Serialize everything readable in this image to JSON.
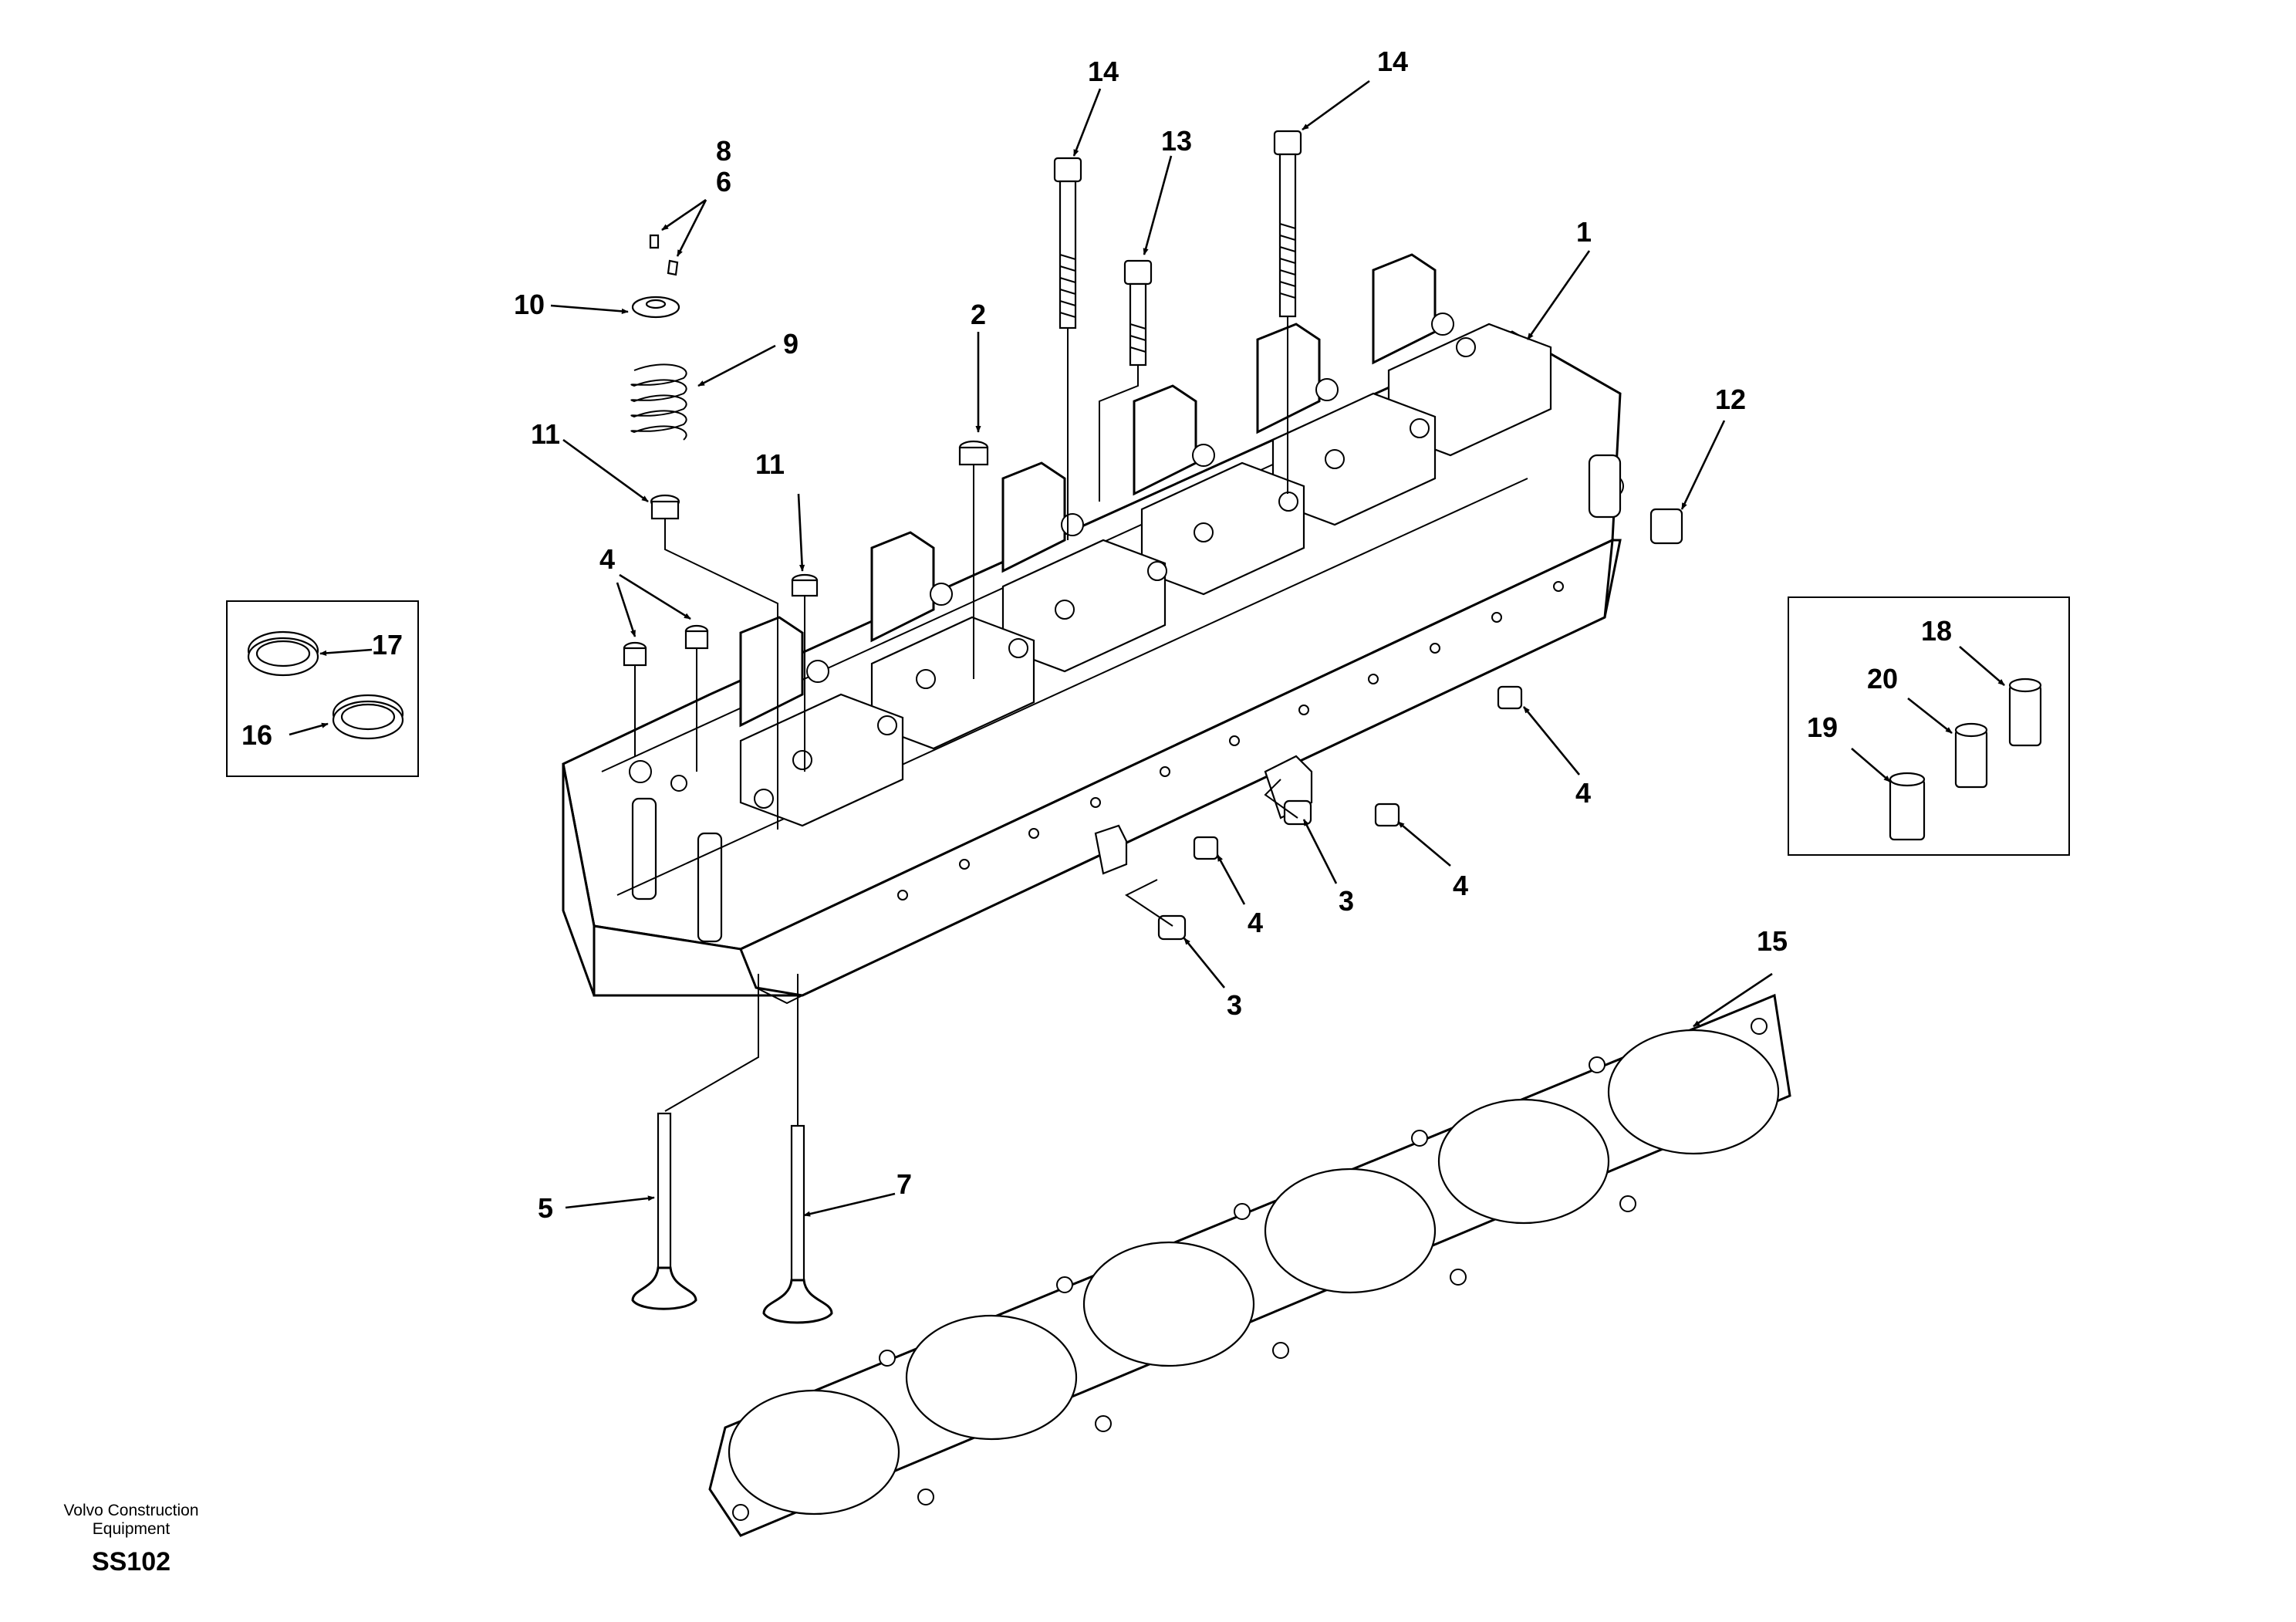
{
  "callouts": {
    "c1": "1",
    "c2": "2",
    "c3a": "3",
    "c3b": "3",
    "c4a": "4",
    "c4b": "4",
    "c4c": "4",
    "c4d": "4",
    "c5": "5",
    "c6": "6",
    "c7": "7",
    "c8": "8",
    "c9": "9",
    "c10": "10",
    "c11a": "11",
    "c11b": "11",
    "c12": "12",
    "c13": "13",
    "c14a": "14",
    "c14b": "14",
    "c15": "15",
    "c16": "16",
    "c17": "17",
    "c18": "18",
    "c19": "19",
    "c20": "20"
  },
  "footer": {
    "company_line1": "Volvo Construction",
    "company_line2": "Equipment",
    "drawing_code": "SS102"
  }
}
